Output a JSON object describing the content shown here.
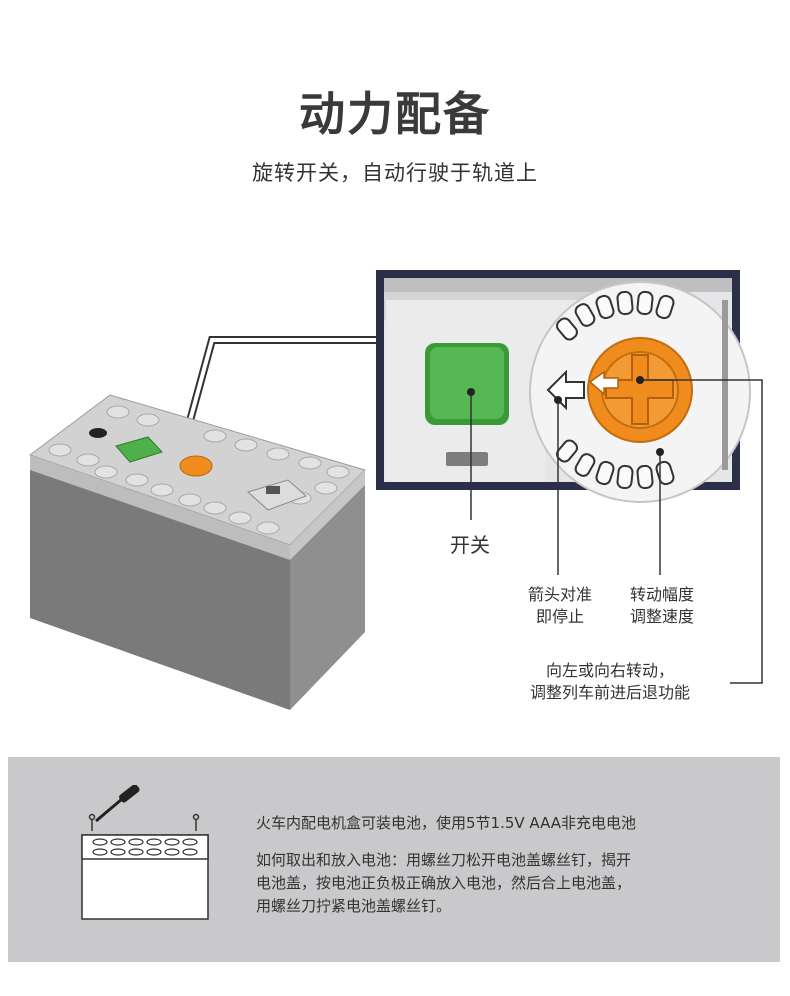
{
  "header": {
    "title": "动力配备",
    "subtitle": "旋转开关，自动行驶于轨道上"
  },
  "callouts": {
    "switch_label": "开关",
    "arrow_label_line1": "箭头对准",
    "arrow_label_line2": "即停止",
    "speed_label_line1": "转动幅度",
    "speed_label_line2": "调整速度",
    "direction_label_line1": "向左或向右转动，",
    "direction_label_line2": "调整列车前进后退功能"
  },
  "battery_info": {
    "line1": "火车内配电机盒可装电池，使用5节1.5V AAA非充电电池",
    "line2": "如何取出和放入电池：用螺丝刀松开电池盖螺丝钉，揭开",
    "line3": "电池盖，按电池正负极正确放入电池，然后合上电池盖，",
    "line4": "用螺丝刀拧紧电池盖螺丝钉。"
  },
  "colors": {
    "switch_green": "#4db04a",
    "knob_orange": "#f08c1e",
    "box_gray": "#7d7d7d",
    "footer_bg": "#c9c9cb",
    "frame_navy": "#2b2f4a"
  },
  "icons": {
    "battery_box": "battery-box-illustration",
    "zoom": "zoom-callout",
    "screwdriver": "screwdriver-icon"
  }
}
